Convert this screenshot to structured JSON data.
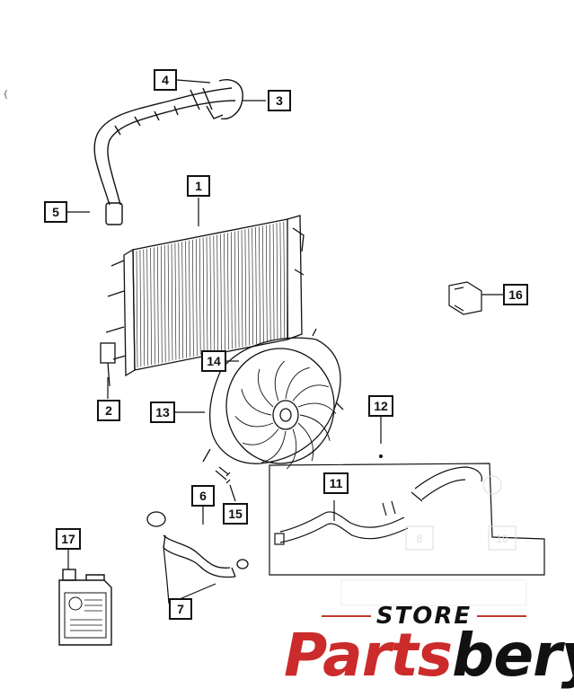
{
  "callouts": {
    "c1": "1",
    "c2": "2",
    "c3": "3",
    "c4": "4",
    "c5": "5",
    "c6": "6",
    "c7": "7",
    "c11": "11",
    "c12": "12",
    "c13": "13",
    "c14": "14",
    "c15": "15",
    "c16": "16",
    "c17": "17"
  },
  "faded_labels": {
    "f1": "8",
    "f2": "10"
  },
  "brand": {
    "store": "STORE",
    "name_red": "Parts",
    "name_black": "bery"
  },
  "stray_mark": "{"
}
